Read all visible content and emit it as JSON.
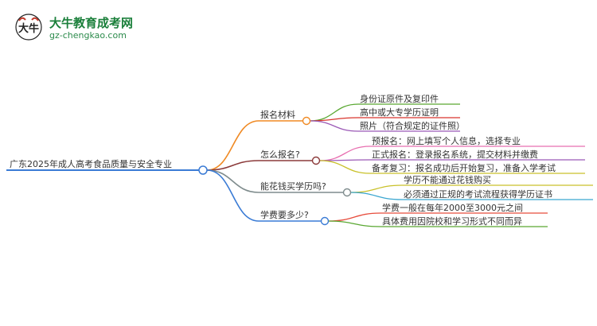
{
  "logo": {
    "brand": "大牛教育成考网",
    "url": "gz-chengkao.com",
    "seal_text": "大牛"
  },
  "root": {
    "label": "广东2025年成人高考食品质量与安全专业"
  },
  "branches": [
    {
      "label": "报名材料",
      "color": "#f08a24",
      "children": [
        {
          "label": "身份证原件及复印件",
          "color": "#5aa832"
        },
        {
          "label": "高中或大专学历证明",
          "color": "#d9352d"
        },
        {
          "label": "照片（符合规定的证件照）",
          "color": "#9b59b6"
        }
      ]
    },
    {
      "label": "怎么报名?",
      "color": "#8b3a3a",
      "children": [
        {
          "label": "预报名：网上填写个人信息，选择专业",
          "color": "#e86fb0"
        },
        {
          "label": "正式报名：登录报名系统，提交材料并缴费",
          "color": "#9b59b6"
        },
        {
          "label": "备考复习：报名成功后开始复习，准备入学考试",
          "color": "#c9c12a"
        }
      ]
    },
    {
      "label": "能花钱买学历吗?",
      "color": "#7f8c8d",
      "children": [
        {
          "label": "学历不能通过花钱购买",
          "color": "#c9c12a"
        },
        {
          "label": "必须通过正规的考试流程获得学历证书",
          "color": "#3aa6d0"
        }
      ]
    },
    {
      "label": "学费要多少?",
      "color": "#3a7bd5",
      "children": [
        {
          "label": "学费一般在每年2000至3000元之间",
          "color": "#e74c3c"
        },
        {
          "label": "具体费用因院校和学习形式不同而异",
          "color": "#5aa832"
        }
      ]
    }
  ]
}
